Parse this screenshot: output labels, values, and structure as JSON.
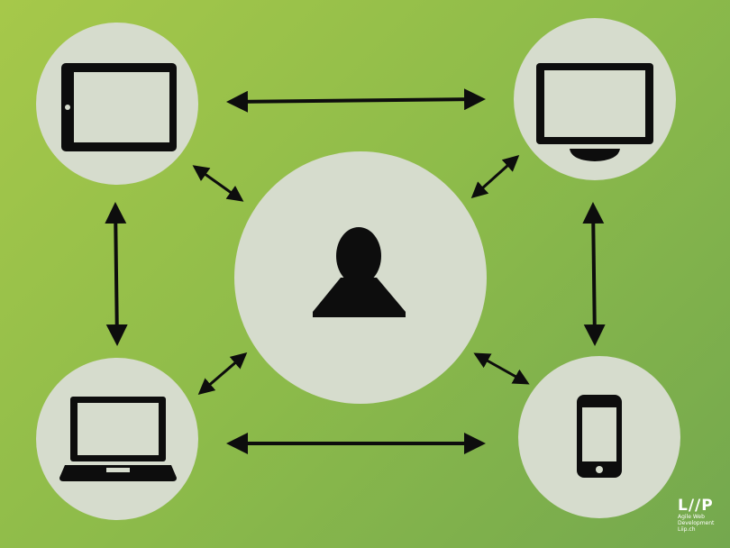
{
  "diagram": {
    "nodes": [
      {
        "id": "tablet",
        "icon": "tablet-icon"
      },
      {
        "id": "monitor",
        "icon": "monitor-icon"
      },
      {
        "id": "user",
        "icon": "user-icon"
      },
      {
        "id": "laptop",
        "icon": "laptop-icon"
      },
      {
        "id": "phone",
        "icon": "phone-icon"
      }
    ],
    "edges": [
      [
        "tablet",
        "monitor"
      ],
      [
        "tablet",
        "laptop"
      ],
      [
        "monitor",
        "phone"
      ],
      [
        "laptop",
        "phone"
      ],
      [
        "user",
        "tablet"
      ],
      [
        "user",
        "monitor"
      ],
      [
        "user",
        "laptop"
      ],
      [
        "user",
        "phone"
      ]
    ],
    "colors": {
      "circle": "#d6dccd",
      "icon": "#0d0d0d"
    }
  },
  "logo": {
    "mark": "L//P",
    "line1": "Agile Web",
    "line2": "Development",
    "line3": "Liip.ch"
  }
}
